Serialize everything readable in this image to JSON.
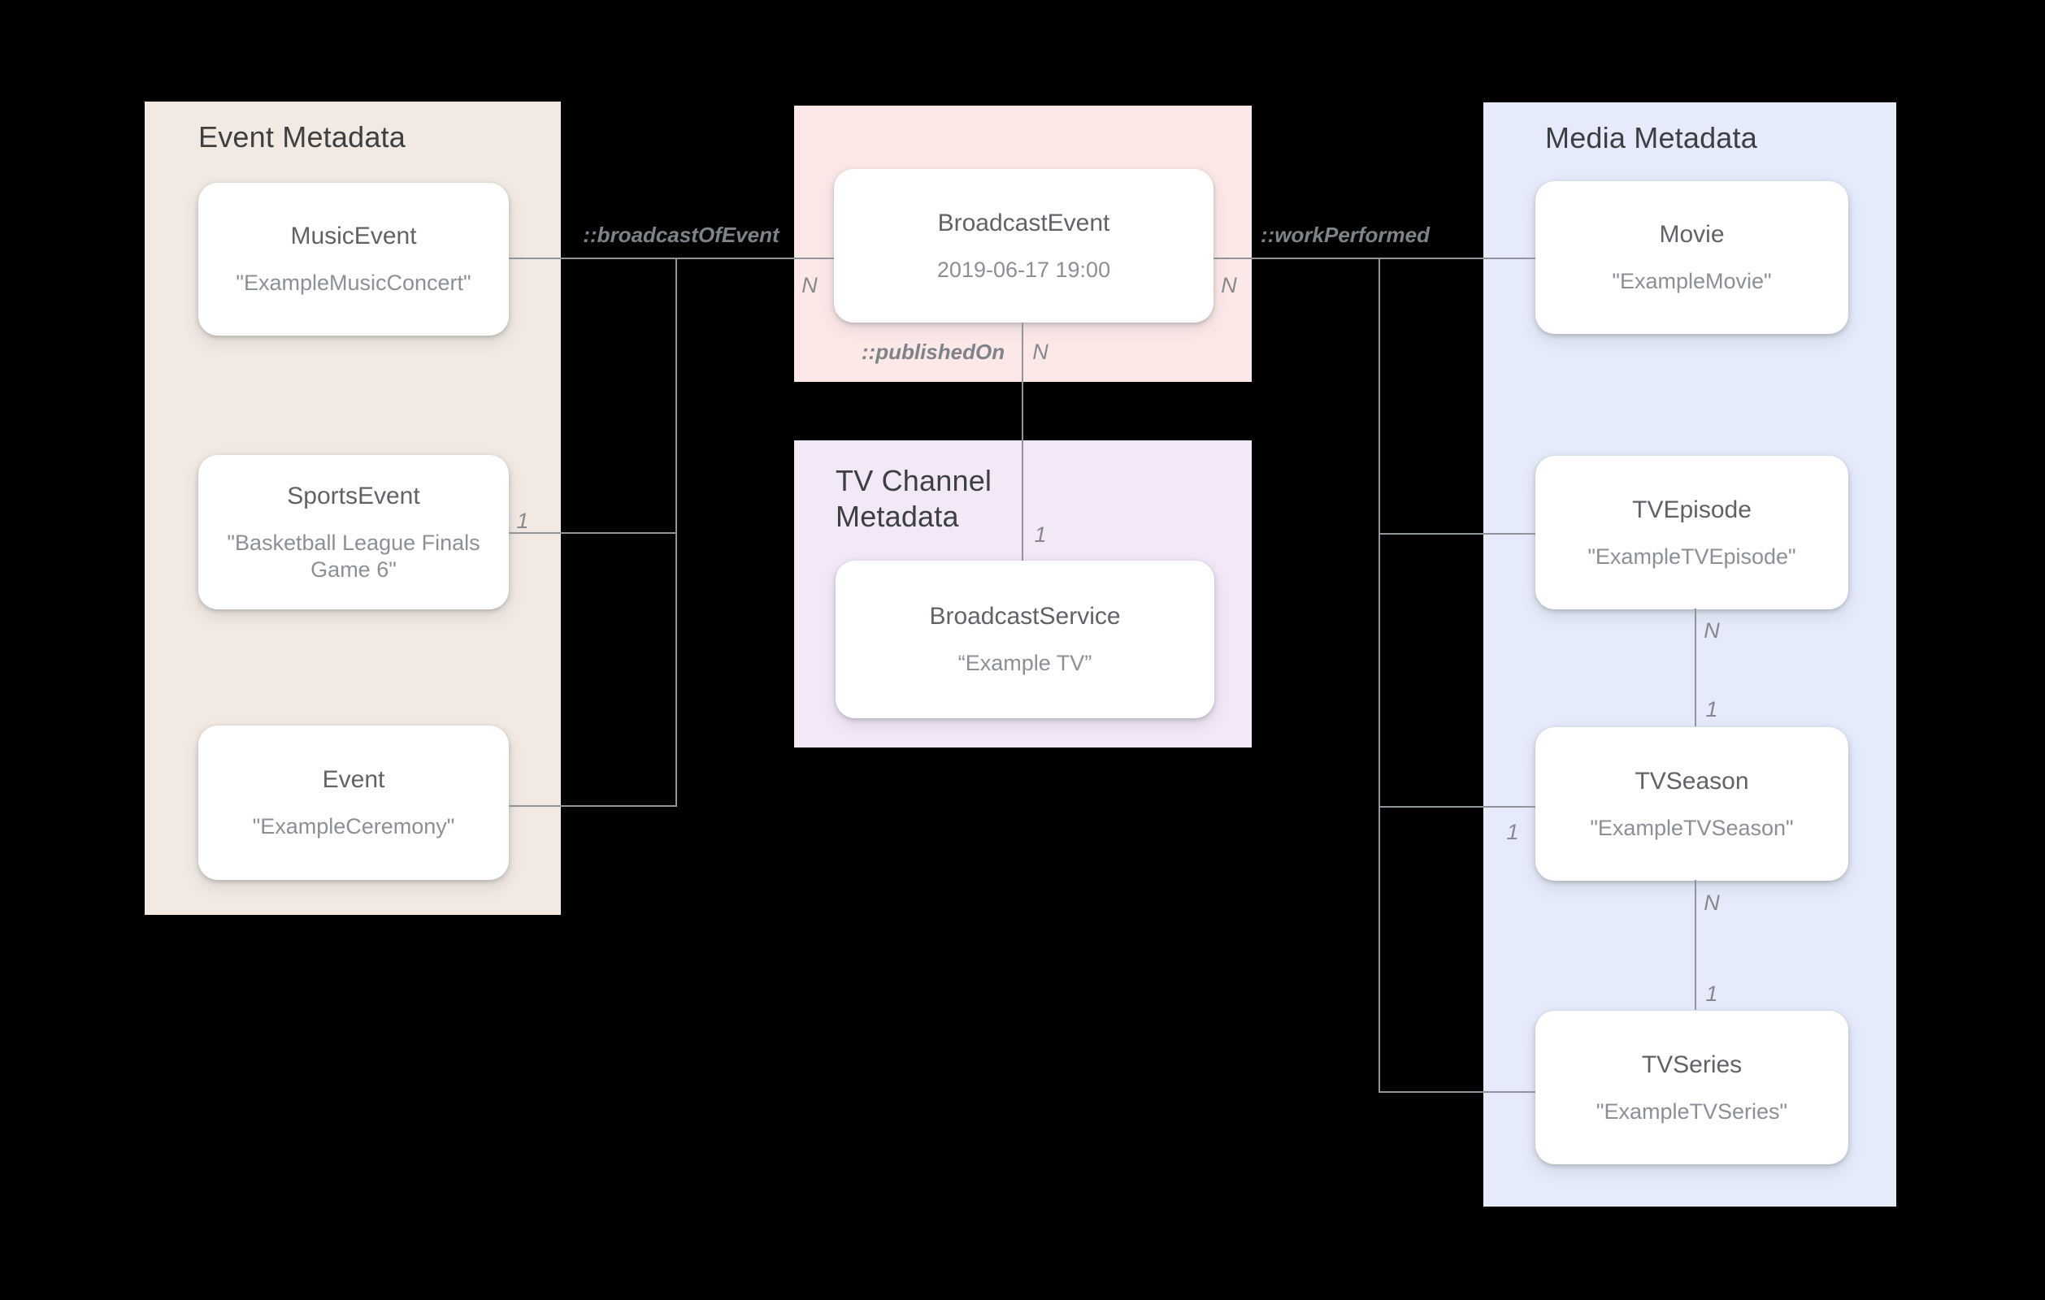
{
  "colors": {
    "background": "#000000",
    "panel_event": "#F1E9E2",
    "panel_broadcast": "#FCE9E7",
    "panel_channel": "#F2E8F8",
    "panel_media": "#E5EBFA",
    "card_background": "#FFFFFF",
    "panel_title_text": "#3C4043",
    "card_type_text": "#5F6368",
    "card_name_text": "#8A9096",
    "connector_line": "#8F959A",
    "relation_label_text": "#7D8388"
  },
  "panels": {
    "event": {
      "title": "Event Metadata",
      "nodes": [
        {
          "type": "MusicEvent",
          "name": "\"ExampleMusicConcert\""
        },
        {
          "type": "SportsEvent",
          "name": "\"Basketball League Finals Game 6\""
        },
        {
          "type": "Event",
          "name": "\"ExampleCeremony\""
        }
      ]
    },
    "broadcast": {
      "nodes": [
        {
          "type": "BroadcastEvent",
          "name": "2019-06-17 19:00"
        }
      ]
    },
    "channel": {
      "title": "TV Channel Metadata",
      "nodes": [
        {
          "type": "BroadcastService",
          "name": "“Example TV”"
        }
      ]
    },
    "media": {
      "title": "Media Metadata",
      "nodes": [
        {
          "type": "Movie",
          "name": "\"ExampleMovie\""
        },
        {
          "type": "TVEpisode",
          "name": "\"ExampleTVEpisode\""
        },
        {
          "type": "TVSeason",
          "name": "\"ExampleTVSeason\""
        },
        {
          "type": "TVSeries",
          "name": "\"ExampleTVSeries\""
        }
      ]
    }
  },
  "relations": {
    "broadcast_of_event": {
      "label": "::broadcastOfEvent",
      "event_side": "1",
      "broadcast_side": "N"
    },
    "published_on": {
      "label": "::publishedOn",
      "broadcast_side": "N",
      "service_side": "1"
    },
    "work_performed": {
      "label": "::workPerformed",
      "broadcast_side": "N",
      "season_side": "1"
    },
    "episode_to_season": {
      "episode_side": "N",
      "season_side": "1"
    },
    "season_to_series": {
      "season_side": "N",
      "series_side": "1"
    }
  }
}
